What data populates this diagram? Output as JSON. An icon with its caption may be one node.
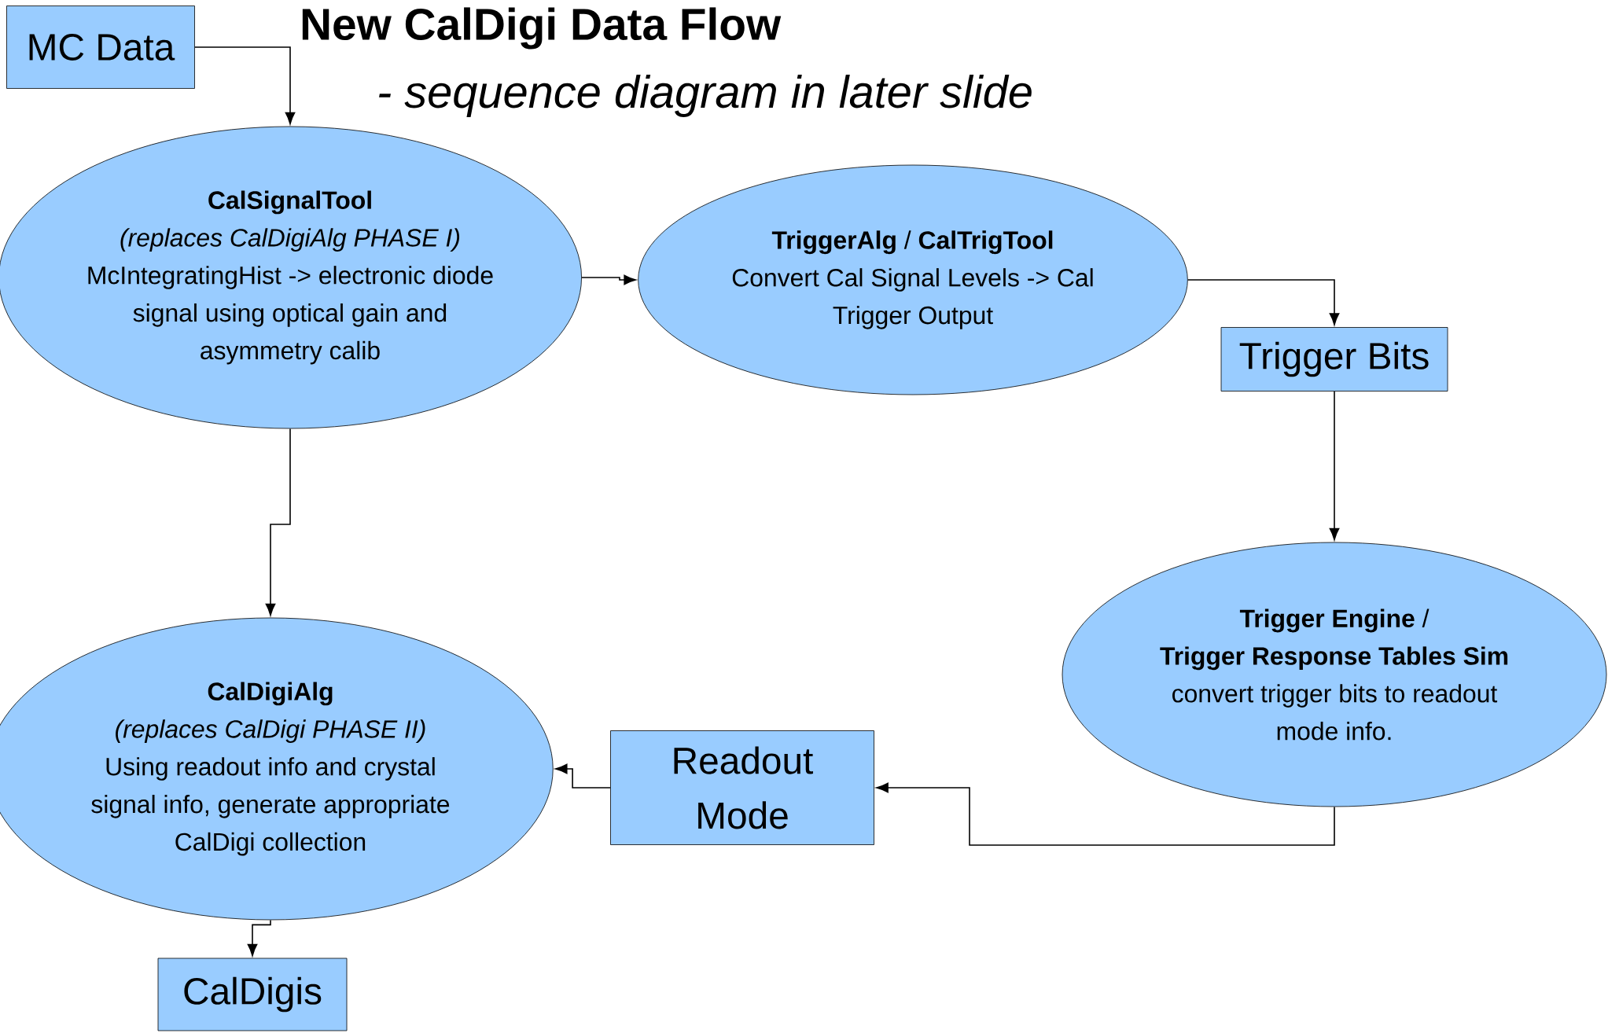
{
  "diagram": {
    "title": "New CalDigi Data Flow",
    "nodes": [
      {
        "text": [
          "MC Data"
        ]
      },
      {
        "text": [
          "CalSignalTool",
          "(replaces CalDigiAlg PHASE I)",
          "McIntegratingHist -> electronic diode signal using optical gain and asymmetry calib"
        ]
      },
      {
        "text": [
          "**TriggerAlg** / **CalTrigTool**",
          "Convert Cal Signal Levels -> Cal Trigger Output"
        ]
      },
      {
        "text": [
          "Trigger Bits"
        ]
      },
      {
        "text": [
          "**Trigger Engine** /",
          "Trigger Response Tables Sim",
          "convert trigger bits to readout mode info."
        ]
      },
      {
        "text": [
          "Readout Mode"
        ]
      },
      {
        "text": [
          "CalDigiAlg",
          "(replaces CalDigi PHASE II)",
          "Using readout info and crystal signal info, generate appropriate CalDigi collection"
        ]
      },
      {
        "text": [
          "CalDigis"
        ]
      }
    ],
    "edges": [
      {
        "from": 0,
        "to": 1,
        "arrow": "to"
      },
      {
        "from": 1,
        "to": 2,
        "arrow": "to"
      },
      {
        "from": 2,
        "to": 3,
        "arrow": "to"
      },
      {
        "from": 3,
        "to": 4,
        "arrow": "to"
      },
      {
        "from": 4,
        "to": 5,
        "arrow": "to"
      },
      {
        "from": 5,
        "to": 6,
        "arrow": "to"
      },
      {
        "from": 1,
        "to": 6,
        "arrow": "to"
      },
      {
        "from": 6,
        "to": 7,
        "arrow": "to"
      }
    ],
    "labels": [
      "- sequence diagram in later slide"
    ]
  }
}
